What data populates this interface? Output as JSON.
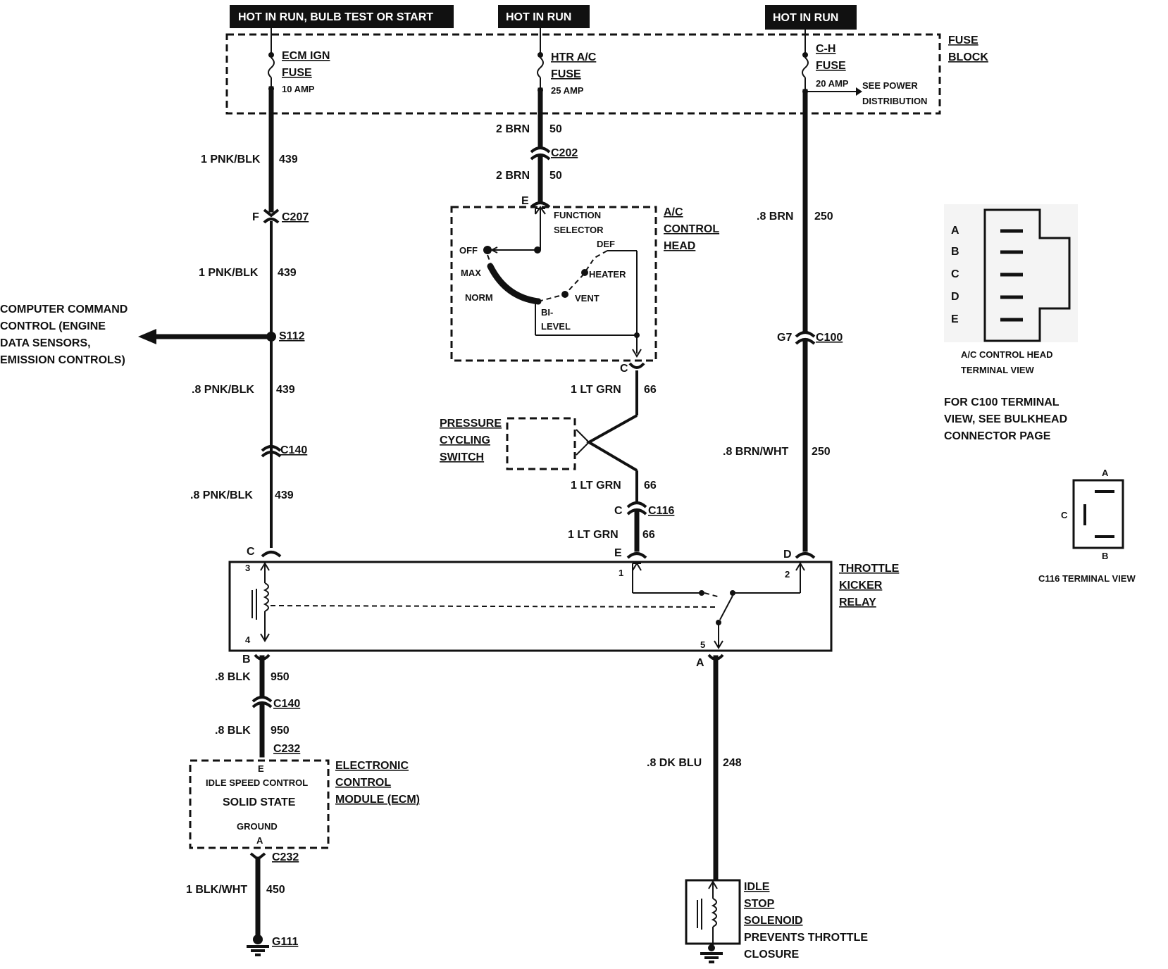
{
  "headers": {
    "left": "HOT IN RUN, BULB TEST OR START",
    "center": "HOT IN RUN",
    "right": "HOT IN RUN"
  },
  "fuse_block": {
    "label_1": "FUSE",
    "label_2": "BLOCK",
    "ecm_fuse": {
      "name_1": "ECM IGN",
      "name_2": "FUSE",
      "rating": "10 AMP"
    },
    "htr_fuse": {
      "name_1": "HTR A/C",
      "name_2": "FUSE",
      "rating": "25 AMP"
    },
    "ch_fuse": {
      "name_1": "C-H",
      "name_2": "FUSE",
      "rating": "20 AMP"
    },
    "see_power_1": "SEE POWER",
    "see_power_2": "DISTRIBUTION"
  },
  "left_circuit": {
    "w1_color": "1 PNK/BLK",
    "w1_num": "439",
    "c207_pin": "F",
    "c207": "C207",
    "w2_color": "1 PNK/BLK",
    "w2_num": "439",
    "s112": "S112",
    "w3_color": ".8 PNK/BLK",
    "w3_num": "439",
    "c140": "C140",
    "w4_color": ".8 PNK/BLK",
    "w4_num": "439",
    "relay_pin": "C",
    "w5_color": ".8 BLK",
    "w5_num": "950",
    "c140b": "C140",
    "w6_color": ".8 BLK",
    "w6_num": "950",
    "c232_top": "C232",
    "c232_bottom": "C232",
    "w7_color": "1 BLK/WHT",
    "w7_num": "450",
    "g111": "G111",
    "relay_pin_b": "B"
  },
  "computer_command": {
    "line_1": "COMPUTER COMMAND",
    "line_2": "CONTROL (ENGINE",
    "line_3": "DATA SENSORS,",
    "line_4": "EMISSION CONTROLS)"
  },
  "center_circuit": {
    "w1_color": "2 BRN",
    "w1_num": "50",
    "c202": "C202",
    "w2_color": "2 BRN",
    "w2_num": "50",
    "head_pin_e": "E",
    "head_pin_c": "C",
    "w3_color": "1 LT GRN",
    "w3_num": "66",
    "w4_color": "1 LT GRN",
    "w4_num": "66",
    "c116_pin": "C",
    "c116": "C116",
    "w5_color": "1 LT GRN",
    "w5_num": "66",
    "relay_pin": "E"
  },
  "ac_control_head": {
    "label_1": "A/C",
    "label_2": "CONTROL",
    "label_3": "HEAD",
    "function_1": "FUNCTION",
    "function_2": "SELECTOR",
    "off": "OFF",
    "def": "DEF",
    "max": "MAX",
    "heater": "HEATER",
    "norm": "NORM",
    "vent": "VENT",
    "bi": "BI-",
    "level": "LEVEL"
  },
  "pressure_switch": {
    "line_1": "PRESSURE",
    "line_2": "CYCLING",
    "line_3": "SWITCH"
  },
  "right_circuit": {
    "w1_color": ".8 BRN",
    "w1_num": "250",
    "c100_pin": "G7",
    "c100": "C100",
    "w2_color": ".8 BRN/WHT",
    "w2_num": "250",
    "relay_pin": "D"
  },
  "relay": {
    "label_1": "THROTTLE",
    "label_2": "KICKER",
    "label_3": "RELAY",
    "pin_1": "1",
    "pin_2": "2",
    "pin_3": "3",
    "pin_4": "4",
    "pin_5": "5",
    "out_pin": "A"
  },
  "solenoid_circuit": {
    "w_color": ".8 DK BLU",
    "w_num": "248",
    "line_1": "IDLE",
    "line_2": "STOP",
    "line_3": "SOLENOID",
    "line_4": "PREVENTS THROTTLE",
    "line_5": "CLOSURE"
  },
  "ecm": {
    "pin_e": "E",
    "line_1": "IDLE SPEED CONTROL",
    "line_2": "SOLID STATE",
    "line_3": "GROUND",
    "pin_a": "A",
    "label_1": "ELECTRONIC",
    "label_2": "CONTROL",
    "label_3": "MODULE (ECM)"
  },
  "terminal_views": {
    "ac_pins": [
      "A",
      "B",
      "C",
      "D",
      "E"
    ],
    "ac_caption_1": "A/C CONTROL HEAD",
    "ac_caption_2": "TERMINAL VIEW",
    "c100_note_1": "FOR C100 TERMINAL",
    "c100_note_2": "VIEW, SEE BULKHEAD",
    "c100_note_3": "CONNECTOR PAGE",
    "c116_pin_a": "A",
    "c116_pin_b": "B",
    "c116_pin_c": "C",
    "c116_caption": "C116   TERMINAL VIEW"
  }
}
